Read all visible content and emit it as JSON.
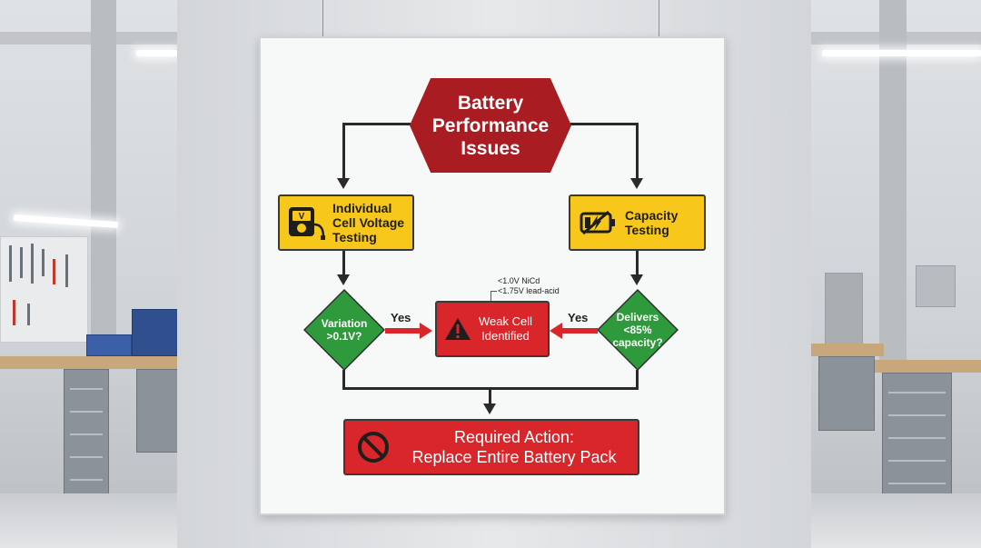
{
  "diagram": {
    "title_lines": [
      "Battery",
      "Performance",
      "Issues"
    ],
    "left_test": {
      "label_lines": [
        "Individual",
        "Cell Voltage",
        "Testing"
      ],
      "icon": "voltmeter-icon"
    },
    "right_test": {
      "label_lines": [
        "Capacity",
        "Testing"
      ],
      "icon": "low-battery-icon"
    },
    "left_decision": {
      "label_lines": [
        "Variation",
        ">0.1V?"
      ],
      "branch_label": "Yes"
    },
    "right_decision": {
      "label_lines": [
        "Delivers",
        "<85%",
        "capacity?"
      ],
      "branch_label": "Yes"
    },
    "result": {
      "label_lines": [
        "Weak Cell",
        "Identified"
      ],
      "icon": "warning-icon",
      "notes": [
        "<1.0V NiCd",
        "<1.75V lead-acid"
      ]
    },
    "action": {
      "label_lines": [
        "Required Action:",
        "Replace Entire Battery Pack"
      ],
      "icon": "prohibited-icon"
    }
  },
  "colors": {
    "title_red": "#a81c22",
    "test_yellow": "#f7c81b",
    "decision_green": "#2e9a3c",
    "alert_red": "#d8262b"
  }
}
